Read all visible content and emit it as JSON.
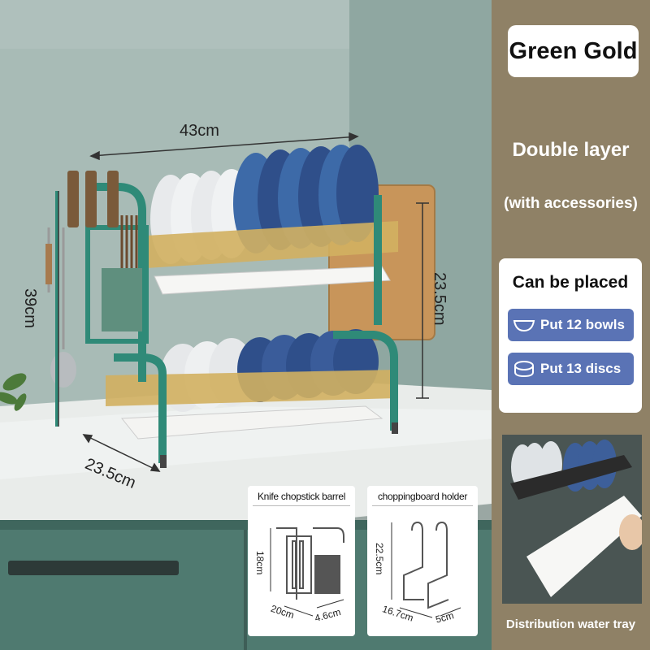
{
  "variant_label": "Green Gold",
  "layer_label": "Double layer",
  "accessories_label": "(with accessories)",
  "capacity": {
    "title": "Can be placed",
    "items": [
      {
        "icon": "bowl-icon",
        "label": "Put 12 bowls"
      },
      {
        "icon": "plate-icon",
        "label": "Put 13 discs"
      }
    ]
  },
  "dimensions": {
    "width": "43cm",
    "height": "39cm",
    "depth": "23.5cm",
    "board_height": "23.5cm"
  },
  "accessories": {
    "barrel": {
      "title": "Knife chopstick barrel",
      "height": "18cm",
      "length": "20cm",
      "width": "4.6cm"
    },
    "board_holder": {
      "title": "choppingboard holder",
      "height": "22.5cm",
      "length": "16.7cm",
      "width": "5cm"
    }
  },
  "tray_caption": "Distribution water tray",
  "colors": {
    "rack_frame": "#2f8a78",
    "rack_gold": "#d2b060",
    "panel_bg": "#8f8166",
    "pill_blue": "#5a73b5"
  }
}
